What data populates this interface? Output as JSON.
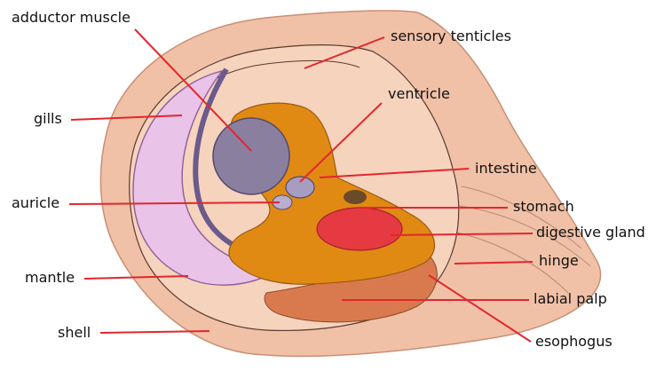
{
  "labels": {
    "adductor_muscle": "adductor muscle",
    "sensory_tenticles": "sensory tenticles",
    "gills": "gills",
    "ventricle": "ventricle",
    "intestine": "intestine",
    "auricle": "auricle",
    "stomach": "stomach",
    "digestive_gland": "digestive gland",
    "hinge": "hinge",
    "mantle": "mantle",
    "labial_palp": "labial palp",
    "shell": "shell",
    "esophogus": "esophogus"
  },
  "colors": {
    "leader_line": "#e3262e",
    "shell": "#f1c1a7",
    "mantle": "#f6d0b8",
    "gills": "#e9c3e8",
    "organs": "#e08a14",
    "adductor": "#8b7fa0",
    "digestive_gland": "#e53a42",
    "labial_palp": "#d97a4e"
  }
}
